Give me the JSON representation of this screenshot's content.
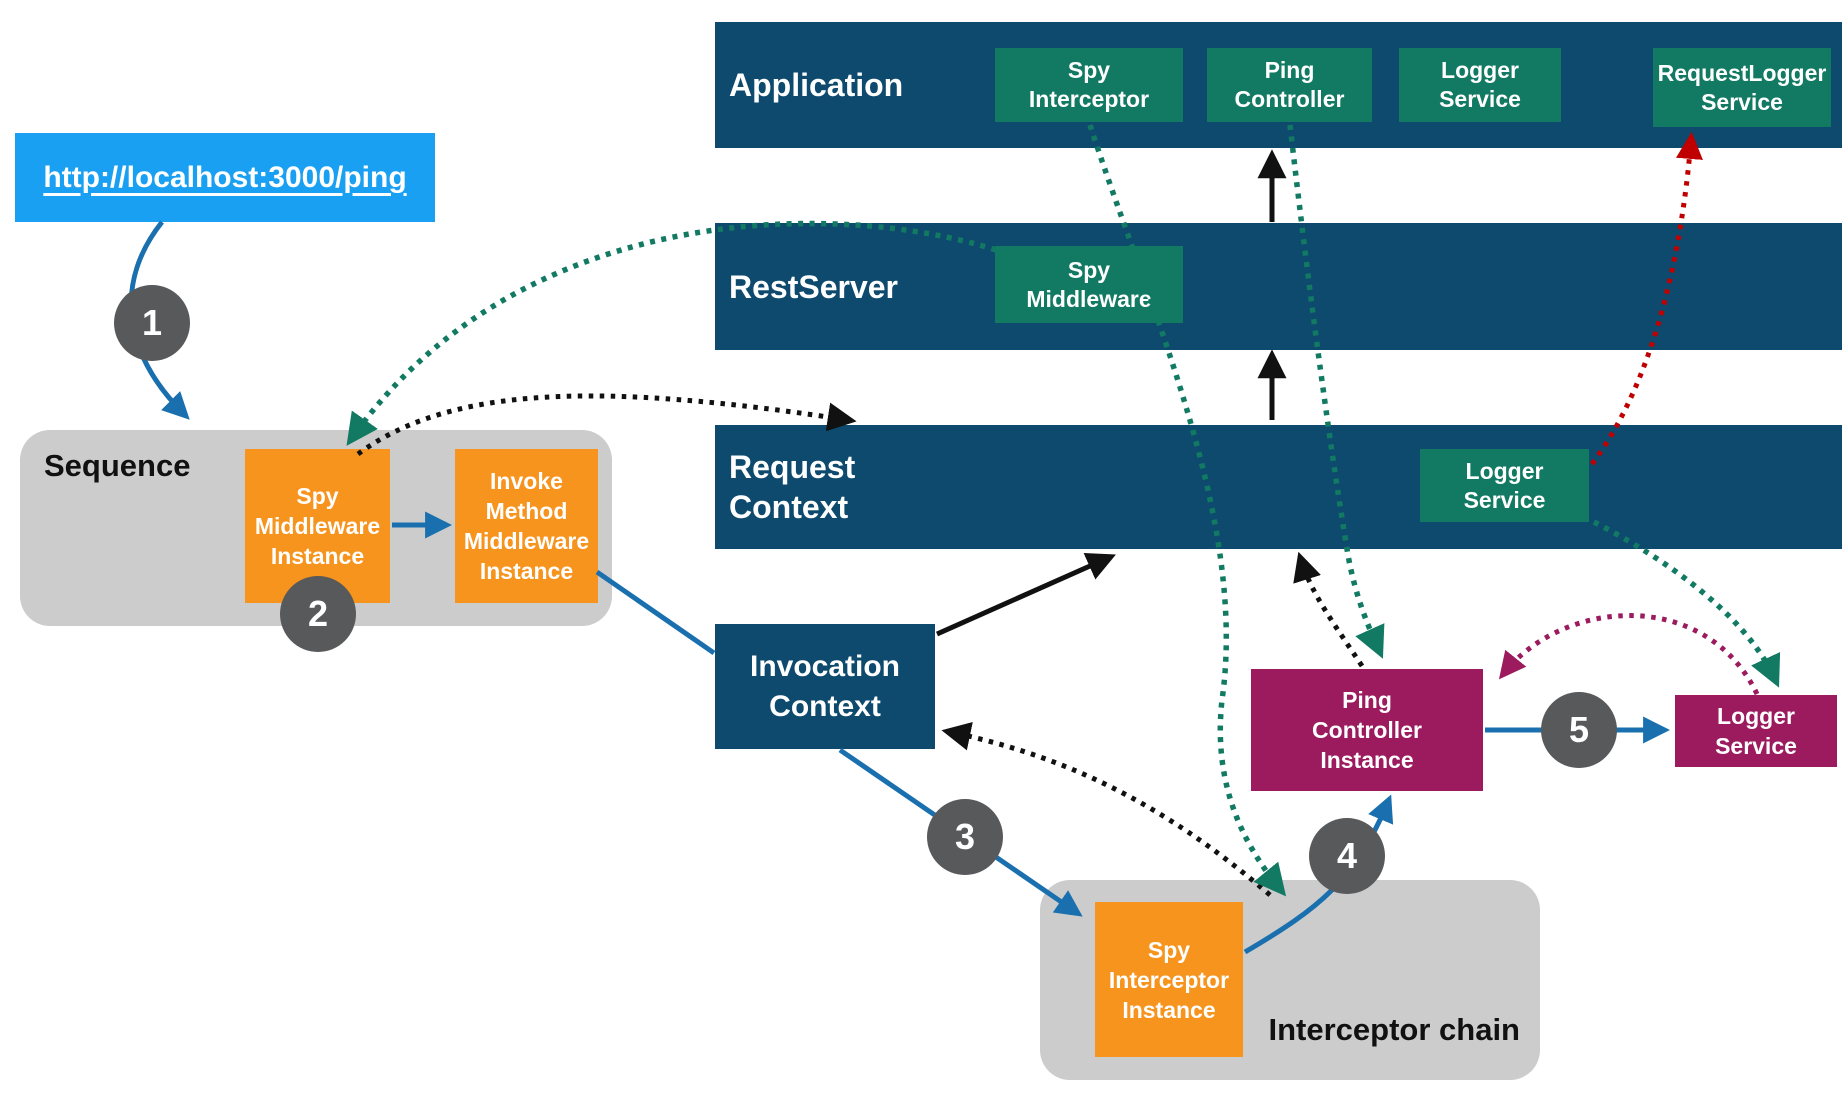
{
  "link": {
    "url_label": "http://localhost:3000/ping"
  },
  "layers": {
    "application": {
      "label": "Application",
      "services": [
        {
          "label": "Spy\nInterceptor"
        },
        {
          "label": "Ping\nController"
        },
        {
          "label": "Logger\nService"
        },
        {
          "label": "RequestLogger\nService"
        }
      ]
    },
    "rest_server": {
      "label": "RestServer",
      "services": [
        {
          "label": "Spy\nMiddleware"
        }
      ]
    },
    "request_context": {
      "label": "Request\nContext",
      "services": [
        {
          "label": "Logger\nService"
        }
      ]
    }
  },
  "sequence": {
    "label": "Sequence",
    "items": [
      {
        "label": "Spy\nMiddleware\nInstance"
      },
      {
        "label": "Invoke\nMethod\nMiddleware\nInstance"
      }
    ]
  },
  "invocation_context": {
    "label": "Invocation\nContext"
  },
  "interceptor_chain": {
    "label": "Interceptor chain",
    "items": [
      {
        "label": "Spy\nInterceptor\nInstance"
      }
    ]
  },
  "instances": {
    "ping_controller": {
      "label": "Ping\nController\nInstance"
    },
    "logger_service": {
      "label": "Logger\nService"
    }
  },
  "steps": {
    "s1": "1",
    "s2": "2",
    "s3": "3",
    "s4": "4",
    "s5": "5"
  },
  "colors": {
    "layer_bar_navy": "#0d4a6e",
    "service_teal": "#127a63",
    "instance_orange": "#f7941e",
    "instance_magenta": "#9b1b5e",
    "group_gray": "#cccccc",
    "step_circle_gray": "#58595b",
    "link_blue": "#1aa0f2",
    "arrow_blue": "#1a70ae",
    "arrow_black": "#111111",
    "arrow_teal": "#127a63",
    "arrow_red": "#c00000",
    "arrow_magenta": "#9b1b5e"
  }
}
